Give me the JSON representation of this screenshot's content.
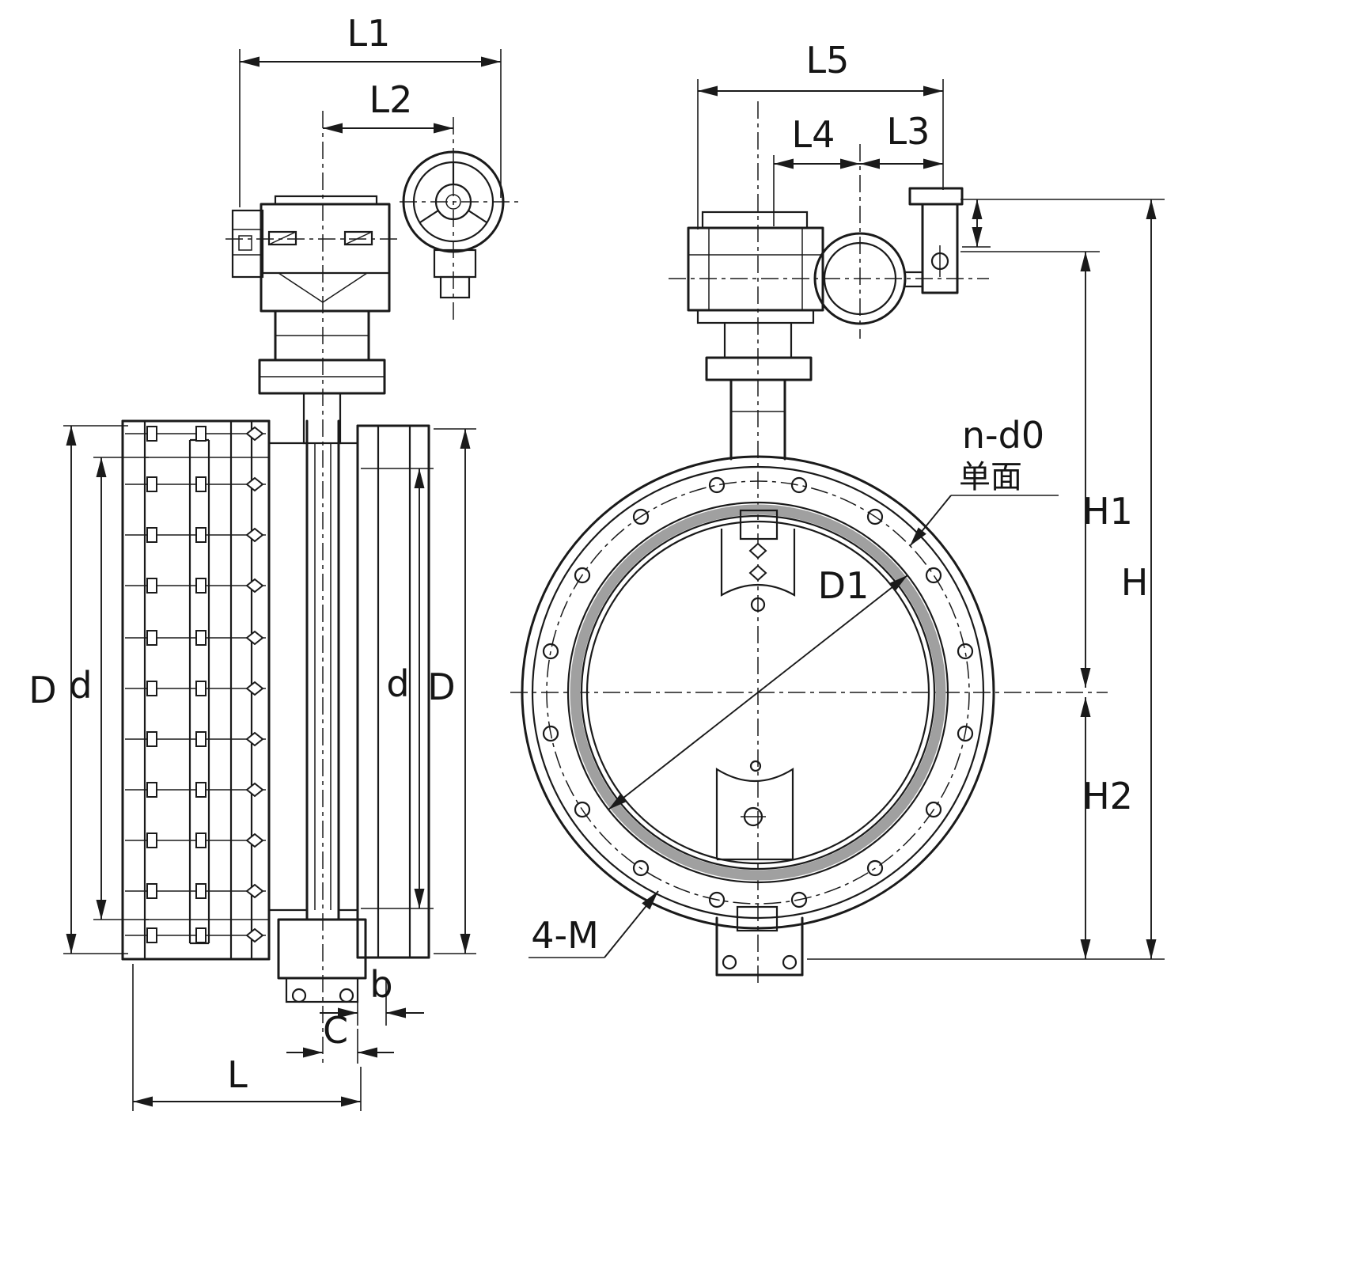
{
  "meta": {
    "drawing_type": "butterfly-valve-dimensional-drawing",
    "views": [
      "side-section-view",
      "front-view"
    ]
  },
  "colors": {
    "line": "#1a1a1a",
    "seat_ring": "#a0a0a0",
    "background": "#ffffff"
  },
  "side_view": {
    "dim_l1": "L1",
    "dim_l2": "L2",
    "dim_D_left": "D",
    "dim_d_left": "d",
    "dim_d_right": "d",
    "dim_D_right": "D",
    "dim_b": "b",
    "dim_c": "C",
    "dim_l": "L"
  },
  "front_view": {
    "dim_l5": "L5",
    "dim_l4": "L4",
    "dim_l3": "L3",
    "dim_h1": "H1",
    "dim_h": "H",
    "dim_h2": "H2",
    "dim_d1": "D1",
    "bolt_note": "n-d0",
    "bolt_note_cn": "单面",
    "tap_note": "4-M"
  }
}
